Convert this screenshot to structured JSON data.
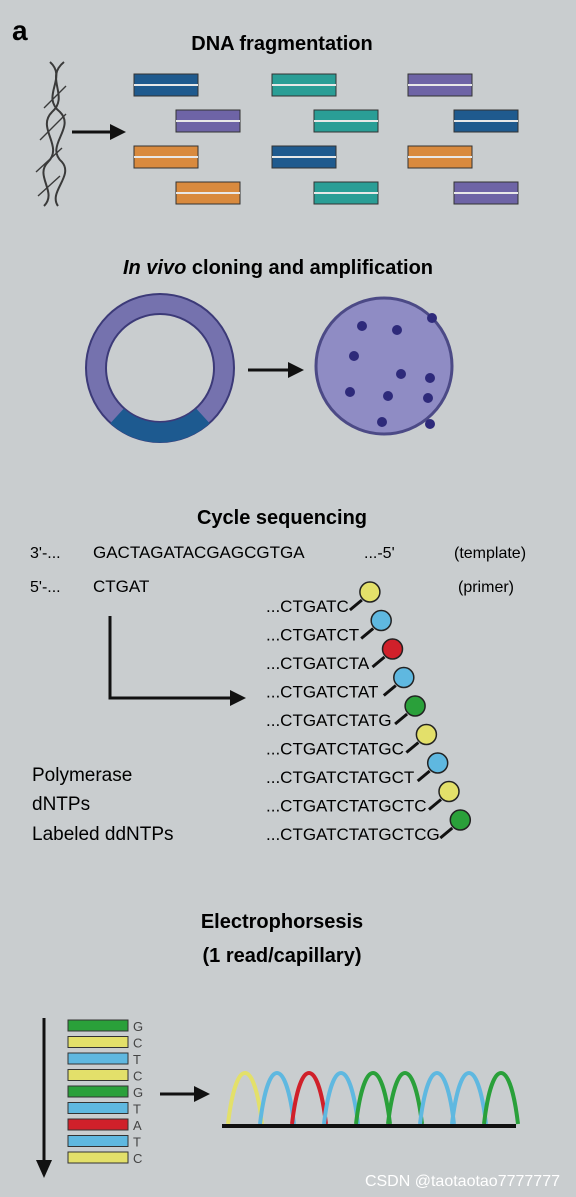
{
  "panel_label": "a",
  "fragmentation": {
    "title": "DNA fragmentation",
    "colors": {
      "blue": "#1f5a8e",
      "teal": "#2a9e96",
      "purple": "#6e64a6",
      "orange": "#d98a3e"
    }
  },
  "cloning": {
    "title_italic": "In vivo",
    "title_rest": " cloning and amplification",
    "colors": {
      "ring": "#7572ae",
      "ring_dark": "#3c3a78",
      "insert": "#1d5a90",
      "cell": "#8f8cc4",
      "dot": "#2e2a7a"
    }
  },
  "sequencing": {
    "title": "Cycle sequencing",
    "template_line": {
      "prefix": "3'-...",
      "seq": "GACTAGATACGAGCGTGA",
      "suffix": "...-5'",
      "note": "(template)"
    },
    "primer_line": {
      "prefix": "5'-...",
      "seq": "CTGAT",
      "note": "(primer)"
    },
    "products": [
      {
        "text": "...CTGATC",
        "color": "#e3e06a"
      },
      {
        "text": "...CTGATCT",
        "color": "#5fb8e0"
      },
      {
        "text": "...CTGATCTA",
        "color": "#d0202a"
      },
      {
        "text": "...CTGATCTAT",
        "color": "#5fb8e0"
      },
      {
        "text": "...CTGATCTATG",
        "color": "#2aa03a"
      },
      {
        "text": "...CTGATCTATGC",
        "color": "#e3e06a"
      },
      {
        "text": "...CTGATCTATGCT",
        "color": "#5fb8e0"
      },
      {
        "text": "...CTGATCTATGCTC",
        "color": "#e3e06a"
      },
      {
        "text": "...CTGATCTATGCTCG",
        "color": "#2aa03a"
      }
    ],
    "reagents": [
      "Polymerase",
      "dNTPs",
      "Labeled ddNTPs"
    ]
  },
  "electrophoresis": {
    "title_line1": "Electrophorsesis",
    "title_line2": "(1 read/capillary)",
    "bands": [
      {
        "base": "G",
        "color": "#2aa03a"
      },
      {
        "base": "C",
        "color": "#e3e06a"
      },
      {
        "base": "T",
        "color": "#5fb8e0"
      },
      {
        "base": "C",
        "color": "#e3e06a"
      },
      {
        "base": "G",
        "color": "#2aa03a"
      },
      {
        "base": "T",
        "color": "#5fb8e0"
      },
      {
        "base": "A",
        "color": "#d0202a"
      },
      {
        "base": "T",
        "color": "#5fb8e0"
      },
      {
        "base": "C",
        "color": "#e3e06a"
      }
    ],
    "trace_colors": [
      "#e3e06a",
      "#5fb8e0",
      "#d0202a",
      "#5fb8e0",
      "#2aa03a",
      "#2aa03a",
      "#5fb8e0",
      "#5fb8e0",
      "#2aa03a"
    ]
  },
  "watermark": "CSDN @taotaotao7777777"
}
